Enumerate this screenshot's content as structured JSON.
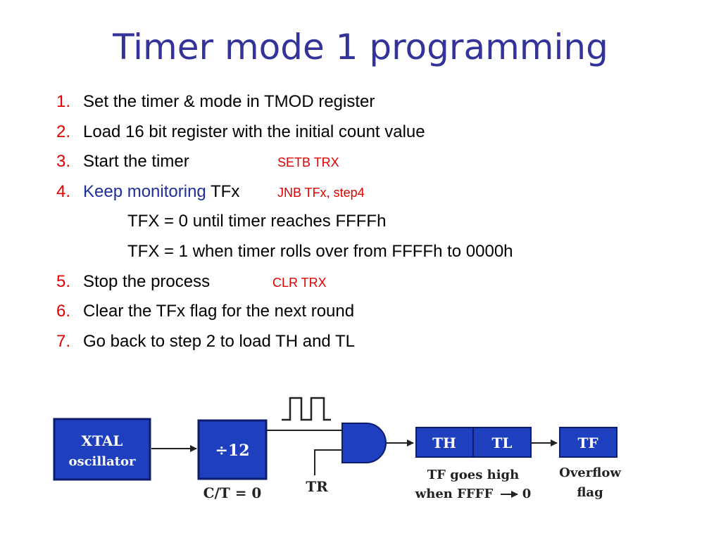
{
  "title": "Timer mode 1 programming",
  "steps": [
    {
      "num": "1.",
      "text": "Set the timer & mode in TMOD register",
      "code": ""
    },
    {
      "num": "2.",
      "text": "Load 16 bit register with the initial count value",
      "code": ""
    },
    {
      "num": "3.",
      "text": "Start the timer",
      "code": "SETB TRX"
    },
    {
      "num": "4.",
      "text_blue": "Keep monitoring",
      "text": "TFx",
      "code": "JNB TFx, step4"
    },
    {
      "num": "5.",
      "text": "Stop the process",
      "code": "CLR TRX"
    },
    {
      "num": "6.",
      "text": "Clear the TFx flag for the next round",
      "code": ""
    },
    {
      "num": "7.",
      "text": "Go back to step 2 to load TH and TL",
      "code": ""
    }
  ],
  "substeps": [
    "TFX = 0 until timer reaches  FFFFh",
    "TFX = 1 when timer  rolls over from FFFFh to 0000h"
  ],
  "diagram": {
    "colors": {
      "box_fill": "#1e3fbe",
      "box_border": "#0b1d6e",
      "gate_fill": "#1e3fbe",
      "wire": "#222222"
    },
    "xtal": {
      "line1": "XTAL",
      "line2": "oscillator"
    },
    "divider": "÷12",
    "ct_label": "C/T = 0",
    "tr_label": "TR",
    "th": "TH",
    "tl": "TL",
    "tf": "TF",
    "tf_note": {
      "line1": "TF goes high",
      "line2_prefix": "when FFFF",
      "line2_suffix": "0"
    },
    "overflow": {
      "line1": "Overflow",
      "line2": "flag"
    }
  }
}
